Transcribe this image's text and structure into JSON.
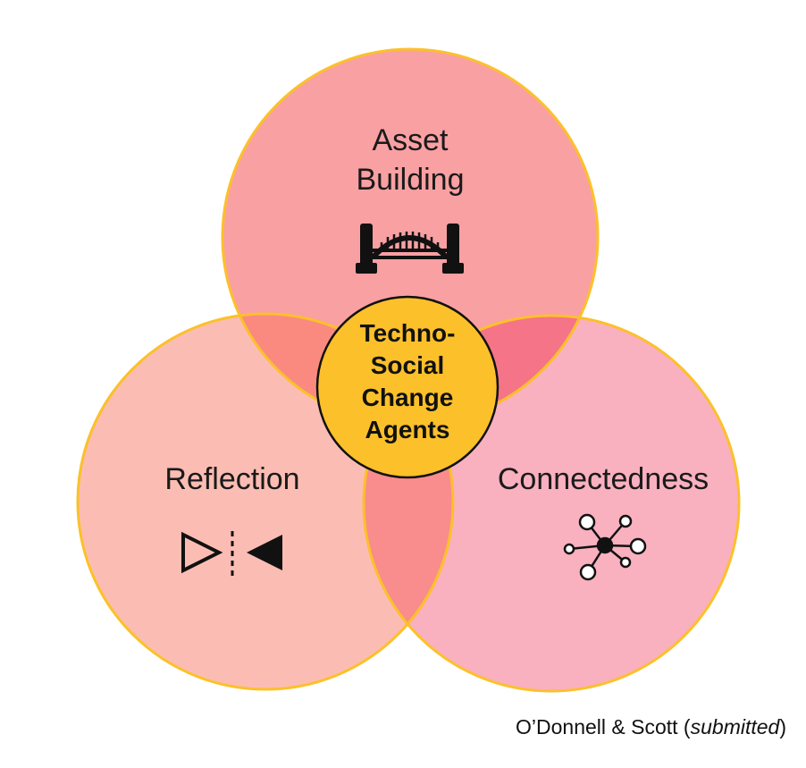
{
  "circles": {
    "asset_building": {
      "lines": [
        "Asset",
        "Building"
      ],
      "icon": "bridge-icon",
      "fill": "#f99a9f"
    },
    "reflection": {
      "label": "Reflection",
      "icon": "mirror-reflection-icon",
      "fill": "#fbb8ad"
    },
    "connectedness": {
      "label": "Connectedness",
      "icon": "network-nodes-icon",
      "fill": "#f9acbb"
    }
  },
  "center": {
    "lines": [
      "Techno-",
      "Social",
      "Change",
      "Agents"
    ],
    "fill": "#fcc02a"
  },
  "outline_color": "#fcc02a",
  "citation": {
    "prefix": "O’Donnell & Scott (",
    "italic": "submitted",
    "suffix": ")"
  }
}
